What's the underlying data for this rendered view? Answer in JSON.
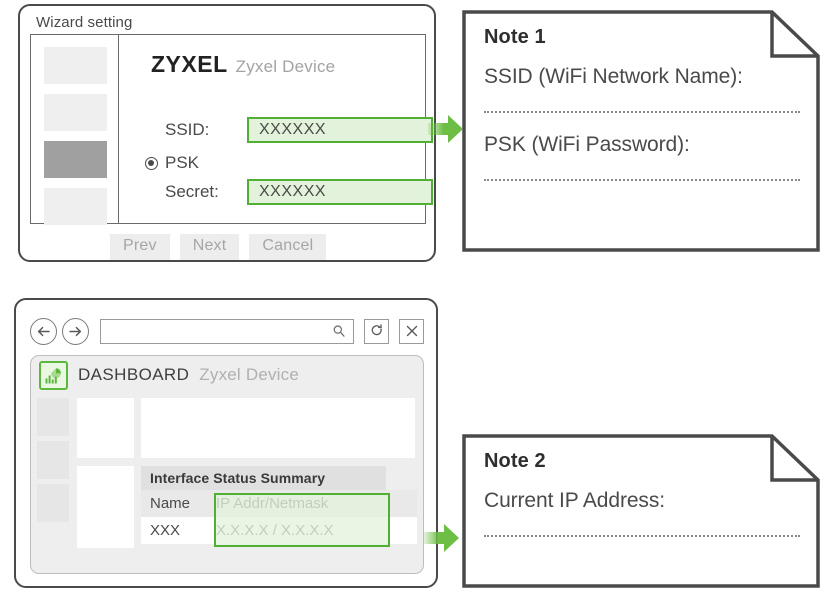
{
  "colors": {
    "green_border": "#4fb033",
    "green_fill": "#e3f3db",
    "arrow_green": "#6cbe45",
    "dark_line": "#4a4a4a",
    "muted_text": "#a3a3a3"
  },
  "wizard": {
    "title": "Wizard setting",
    "brand": "ZYXEL",
    "device_name": "Zyxel Device",
    "fields": [
      {
        "label": "SSID:",
        "value": "XXXXXX"
      },
      {
        "label": "Secret:",
        "value": "XXXXXX"
      }
    ],
    "radio": {
      "label": "PSK",
      "selected": true
    },
    "buttons": [
      {
        "label": "Prev"
      },
      {
        "label": "Next"
      },
      {
        "label": "Cancel"
      }
    ],
    "sidebar_blocks": 4,
    "sidebar_active_index": 3
  },
  "note1": {
    "title": "Note 1",
    "lines": [
      "SSID (WiFi Network Name):",
      "PSK (WiFi Password):"
    ]
  },
  "note2": {
    "title": "Note 2",
    "lines": [
      "Current IP Address:"
    ]
  },
  "browser": {
    "toolbar": {
      "back_icon": "arrow-left-icon",
      "forward_icon": "arrow-right-icon",
      "url_value": "",
      "url_placeholder": "",
      "search_icon": "search-icon",
      "reload_icon": "reload-icon",
      "close_icon": "close-icon"
    },
    "dashboard": {
      "icon": "dashboard-chart-icon",
      "title": "DASHBOARD",
      "device_name": "Zyxel Device"
    },
    "interface_status": {
      "title": "Interface Status Summary",
      "columns": [
        "Name",
        "IP Addr/Netmask"
      ],
      "rows": [
        {
          "name": "XXX",
          "ip": "X.X.X.X / X.X.X.X"
        }
      ]
    }
  },
  "arrows": [
    {
      "name": "flow-arrow-top",
      "direction": "right"
    },
    {
      "name": "flow-arrow-bottom",
      "direction": "right"
    }
  ]
}
